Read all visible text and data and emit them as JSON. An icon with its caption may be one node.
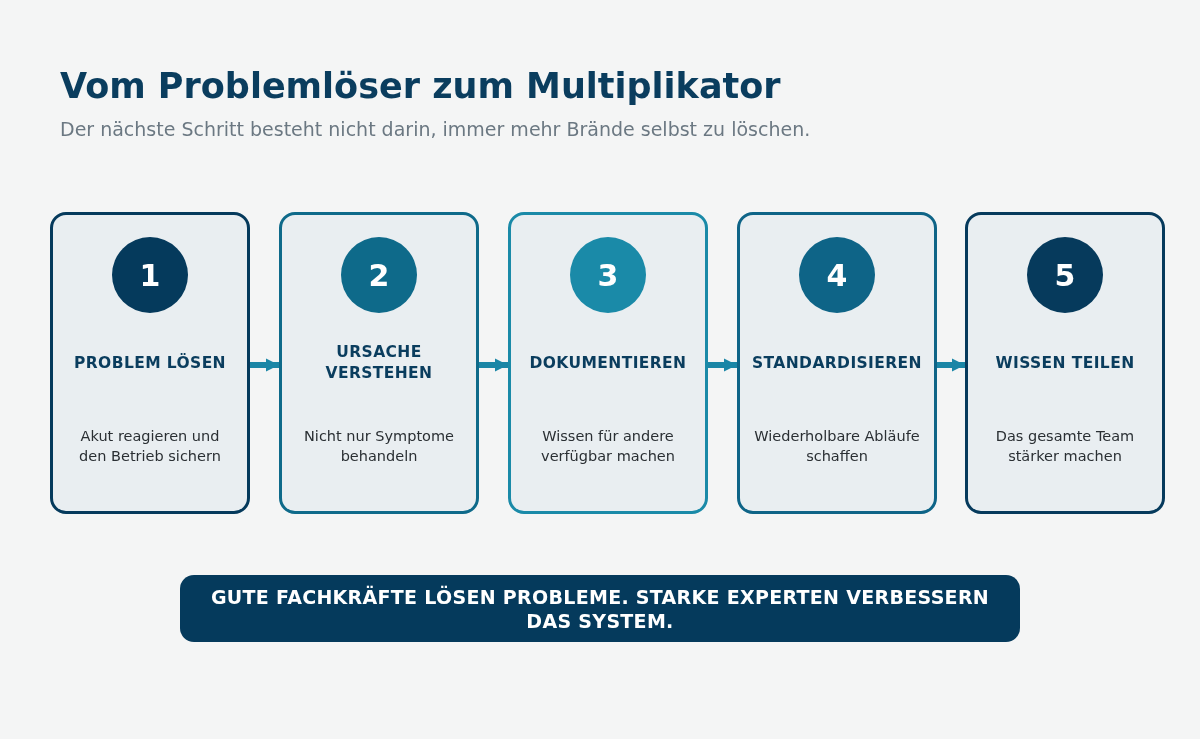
{
  "diagram": {
    "title": "Vom Problemlöser zum Multiplikator",
    "nodes": [
      {
        "text": [
          "1",
          "PROBLEM LÖSEN",
          "Akut reagieren und den Betrieb sichern"
        ]
      },
      {
        "text": [
          "2",
          "URSACHE VERSTEHEN",
          "Nicht nur Symptome behandeln"
        ]
      },
      {
        "text": [
          "3",
          "DOKUMENTIEREN",
          "Wissen für andere verfügbar machen"
        ]
      },
      {
        "text": [
          "4",
          "STANDARDISIEREN",
          "Wiederholbare Abläufe schaffen"
        ]
      },
      {
        "text": [
          "5",
          "WISSEN TEILEN",
          "Das gesamte Team stärker machen"
        ]
      },
      {
        "text": [
          "GUTE FACHKRÄFTE LÖSEN PROBLEME. STARKE EXPERTEN VERBESSERN DAS SYSTEM."
        ]
      }
    ],
    "edges": [
      {
        "from": 0,
        "to": 1,
        "arrow": "to"
      },
      {
        "from": 1,
        "to": 2,
        "arrow": "to"
      },
      {
        "from": 2,
        "to": 3,
        "arrow": "to"
      },
      {
        "from": 3,
        "to": 4,
        "arrow": "to"
      }
    ],
    "labels": [
      "Der nächste Schritt besteht nicht darin, immer mehr Brände selbst zu löschen."
    ]
  }
}
